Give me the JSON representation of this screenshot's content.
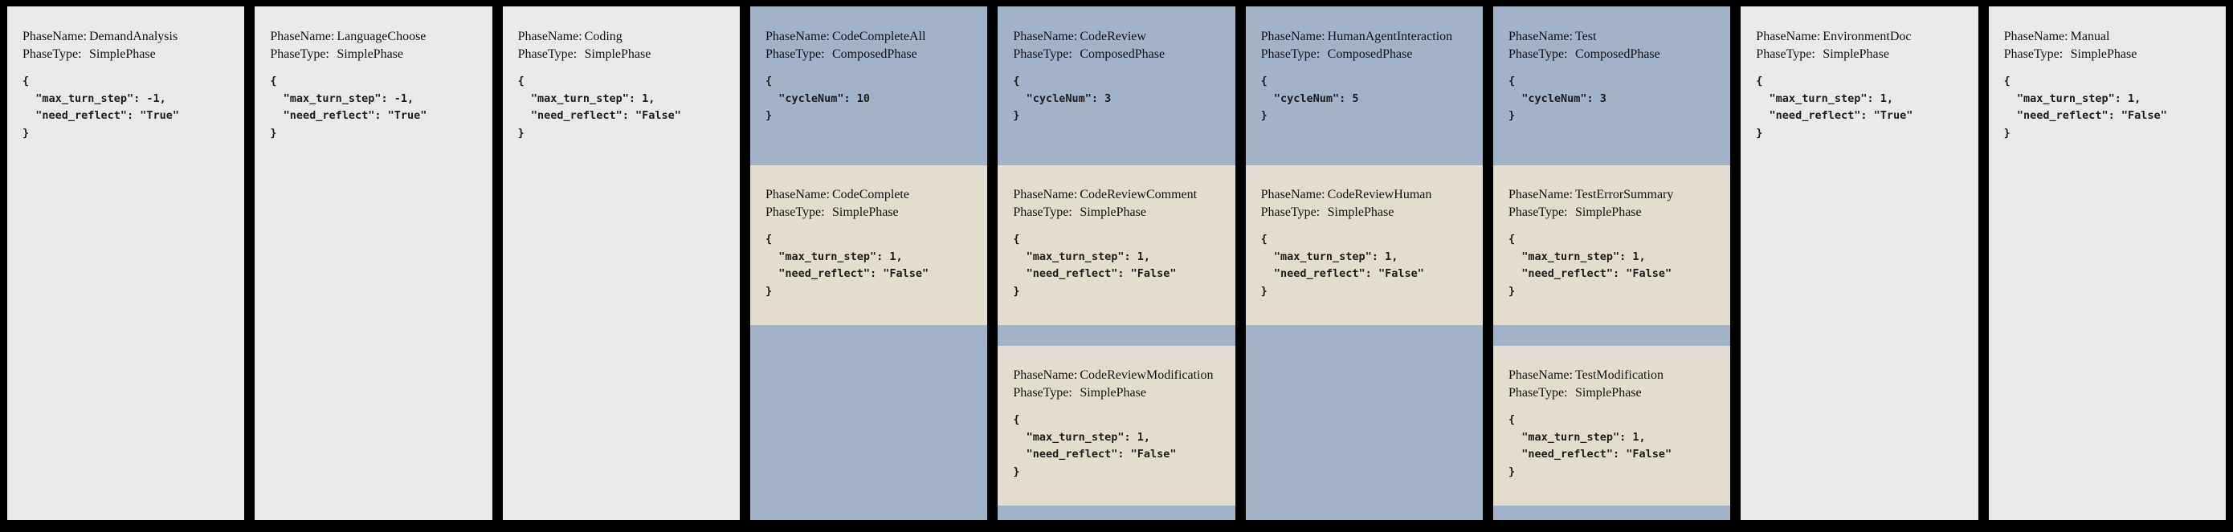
{
  "colors": {
    "page_background": "#000000",
    "simple_phase_bg": "#e8eae8",
    "composed_phase_bg": "#a2b2c7",
    "nested_phase_bg": "#e3ddd0",
    "text": "#111111"
  },
  "field_labels": {
    "name": "PhaseName:",
    "type": "PhaseType:"
  },
  "phases": [
    {
      "kind": "simple",
      "name": "DemandAnalysis",
      "type": "SimplePhase",
      "config": [
        "{",
        "  \"max_turn_step\": -1,",
        "  \"need_reflect\": \"True\"",
        "}"
      ]
    },
    {
      "kind": "simple",
      "name": "LanguageChoose",
      "type": "SimplePhase",
      "config": [
        "{",
        "  \"max_turn_step\": -1,",
        "  \"need_reflect\": \"True\"",
        "}"
      ]
    },
    {
      "kind": "simple",
      "name": "Coding",
      "type": "SimplePhase",
      "config": [
        "{",
        "  \"max_turn_step\": 1,",
        "  \"need_reflect\": \"False\"",
        "}"
      ]
    },
    {
      "kind": "composed",
      "name": "CodeCompleteAll",
      "type": "ComposedPhase",
      "config": [
        "{",
        "  \"cycleNum\": 10",
        "}"
      ],
      "sub_phases": [
        {
          "name": "CodeComplete",
          "type": "SimplePhase",
          "config": [
            "{",
            "  \"max_turn_step\": 1,",
            "  \"need_reflect\": \"False\"",
            "}"
          ]
        }
      ]
    },
    {
      "kind": "composed",
      "name": "CodeReview",
      "type": "ComposedPhase",
      "config": [
        "{",
        "  \"cycleNum\": 3",
        "}"
      ],
      "sub_phases": [
        {
          "name": "CodeReviewComment",
          "type": "SimplePhase",
          "config": [
            "{",
            "  \"max_turn_step\": 1,",
            "  \"need_reflect\": \"False\"",
            "}"
          ]
        },
        {
          "name": "CodeReviewModification",
          "type": "SimplePhase",
          "config": [
            "{",
            "  \"max_turn_step\": 1,",
            "  \"need_reflect\": \"False\"",
            "}"
          ]
        }
      ]
    },
    {
      "kind": "composed",
      "name": "HumanAgentInteraction",
      "type": "ComposedPhase",
      "config": [
        "{",
        "  \"cycleNum\": 5",
        "}"
      ],
      "sub_phases": [
        {
          "name": "CodeReviewHuman",
          "type": "SimplePhase",
          "config": [
            "{",
            "  \"max_turn_step\": 1,",
            "  \"need_reflect\": \"False\"",
            "}"
          ]
        }
      ]
    },
    {
      "kind": "composed",
      "name": "Test",
      "type": "ComposedPhase",
      "config": [
        "{",
        "  \"cycleNum\": 3",
        "}"
      ],
      "sub_phases": [
        {
          "name": "TestErrorSummary",
          "type": "SimplePhase",
          "config": [
            "{",
            "  \"max_turn_step\": 1,",
            "  \"need_reflect\": \"False\"",
            "}"
          ]
        },
        {
          "name": "TestModification",
          "type": "SimplePhase",
          "config": [
            "{",
            "  \"max_turn_step\": 1,",
            "  \"need_reflect\": \"False\"",
            "}"
          ]
        }
      ]
    },
    {
      "kind": "simple",
      "name": "EnvironmentDoc",
      "type": "SimplePhase",
      "config": [
        "{",
        "  \"max_turn_step\": 1,",
        "  \"need_reflect\": \"True\"",
        "}"
      ]
    },
    {
      "kind": "simple",
      "name": "Manual",
      "type": "SimplePhase",
      "config": [
        "{",
        "  \"max_turn_step\": 1,",
        "  \"need_reflect\": \"False\"",
        "}"
      ]
    }
  ]
}
